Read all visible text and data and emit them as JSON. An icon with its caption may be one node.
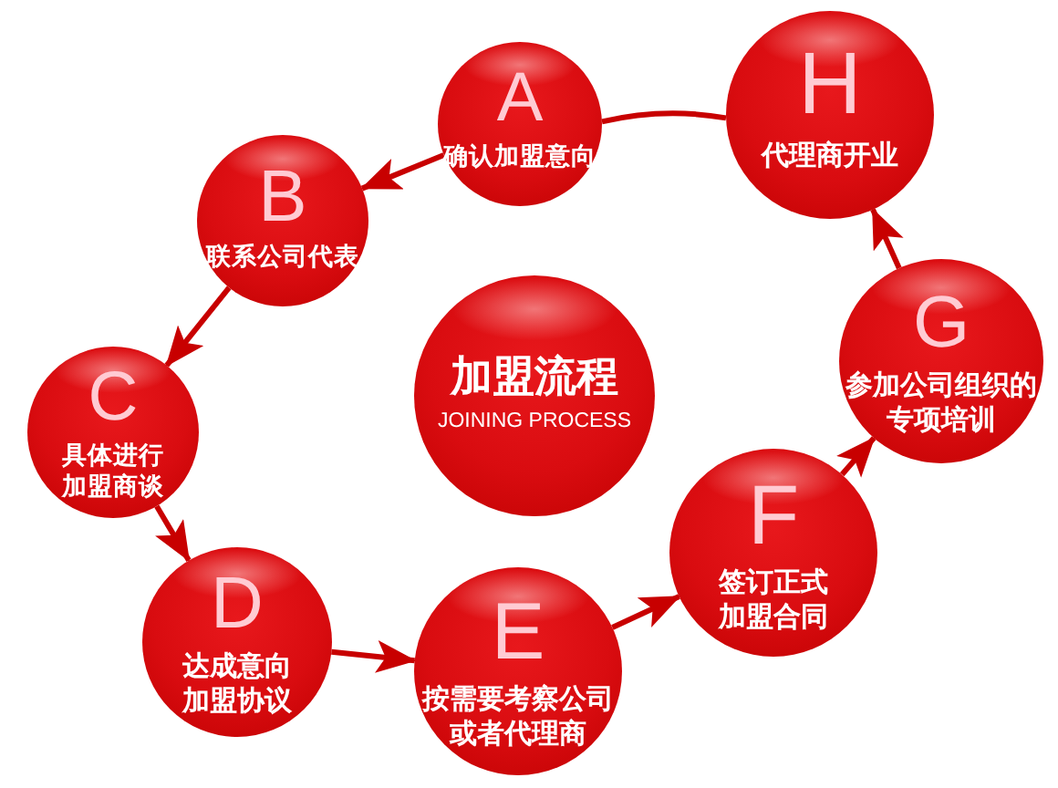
{
  "diagram": {
    "nodes": [
      {
        "text": [
          "A",
          "确认加盟意向"
        ]
      },
      {
        "text": [
          "B",
          "联系公司代表"
        ]
      },
      {
        "text": [
          "C",
          "具体进行加盟商谈"
        ]
      },
      {
        "text": [
          "D",
          "达成意向加盟协议"
        ]
      },
      {
        "text": [
          "E",
          "按需要考察公司或者代理商"
        ]
      },
      {
        "text": [
          "F",
          "签订正式加盟合同"
        ]
      },
      {
        "text": [
          "G",
          "参加公司组织的专项培训"
        ]
      },
      {
        "text": [
          "H",
          "代理商开业"
        ]
      },
      {
        "text": [
          "加盟流程",
          "JOINING PROCESS"
        ]
      }
    ],
    "edges": [
      {
        "from": 0,
        "to": 1,
        "arrow": "to"
      },
      {
        "from": 1,
        "to": 2,
        "arrow": "to"
      },
      {
        "from": 2,
        "to": 3,
        "arrow": "to"
      },
      {
        "from": 3,
        "to": 4,
        "arrow": "to"
      },
      {
        "from": 4,
        "to": 5,
        "arrow": "to"
      },
      {
        "from": 5,
        "to": 6,
        "arrow": "to"
      },
      {
        "from": 6,
        "to": 7,
        "arrow": "to"
      },
      {
        "from": 7,
        "to": 0,
        "arrow": "none"
      }
    ]
  }
}
